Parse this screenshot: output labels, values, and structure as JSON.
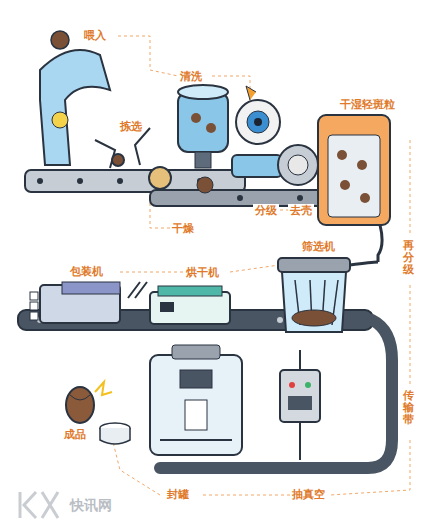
{
  "diagram": {
    "labels": [
      "喂入",
      "拣选",
      "清洗",
      "干燥",
      "分级",
      "去壳",
      "干湿轻斑粒",
      "再分级",
      "包装机",
      "烘干机",
      "筛选机",
      "传输带",
      "成品",
      "封罐",
      "抽真空",
      "快讯网"
    ]
  }
}
